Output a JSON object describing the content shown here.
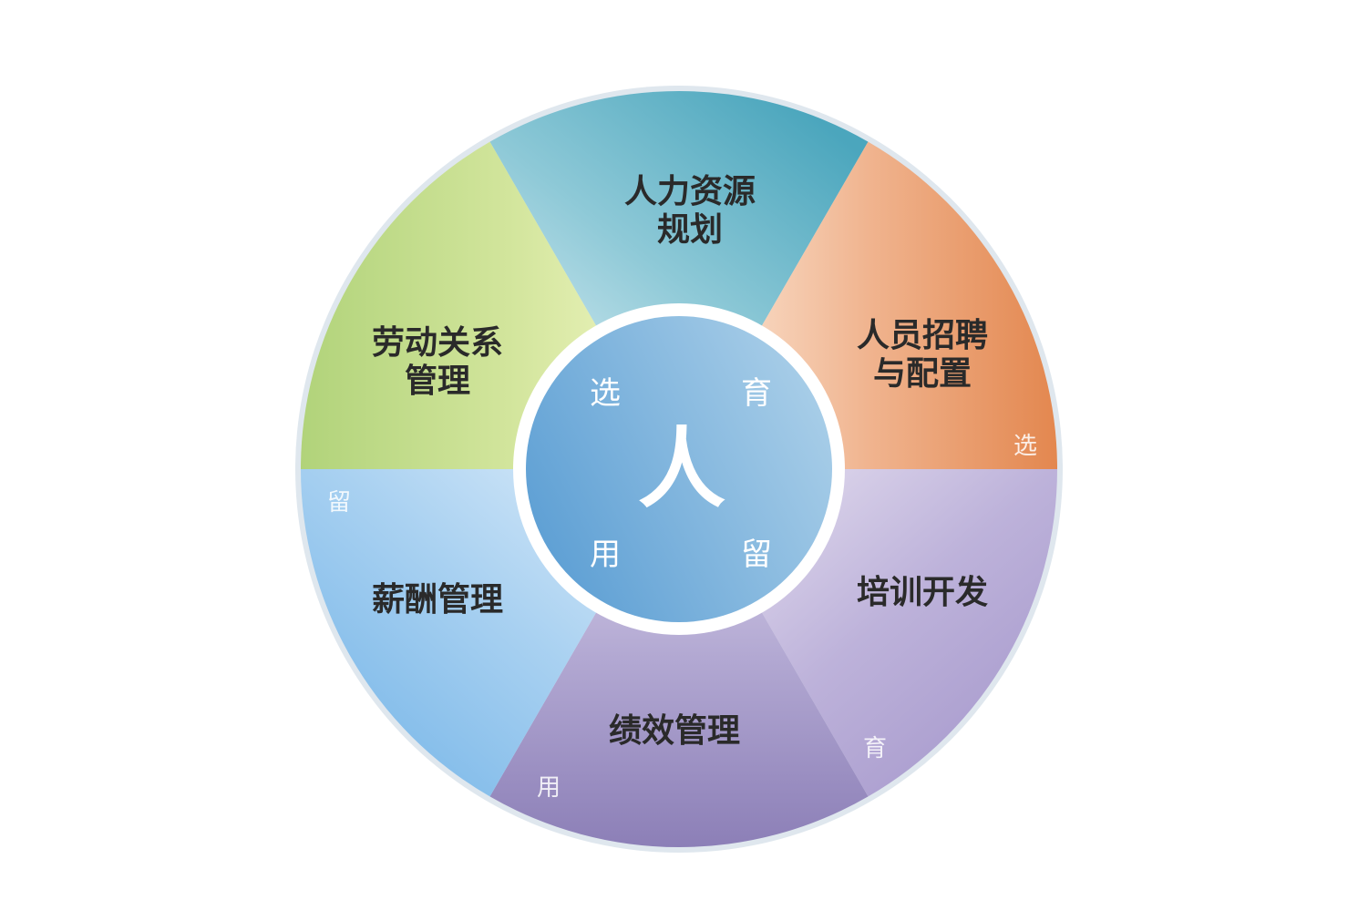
{
  "center": {
    "label": "人",
    "inner_labels": [
      "选",
      "育",
      "用",
      "留"
    ]
  },
  "sectors": [
    {
      "name": "planning",
      "line1": "人力资源",
      "line2": "规划",
      "color": "#4fa9bf"
    },
    {
      "name": "recruitment",
      "line1": "人员招聘",
      "line2": "与配置",
      "tag": "选",
      "color": "#e58a5a"
    },
    {
      "name": "training",
      "line1": "培训开发",
      "tag": "育",
      "color": "#a396c8"
    },
    {
      "name": "performance",
      "line1": "绩效管理",
      "tag": "用",
      "color": "#8f81b8"
    },
    {
      "name": "compensation",
      "line1": "薪酬管理",
      "tag": "留",
      "color": "#76b6e8"
    },
    {
      "name": "labor-relations",
      "line1": "劳动关系",
      "line2": "管理",
      "color": "#b2d47a"
    }
  ]
}
